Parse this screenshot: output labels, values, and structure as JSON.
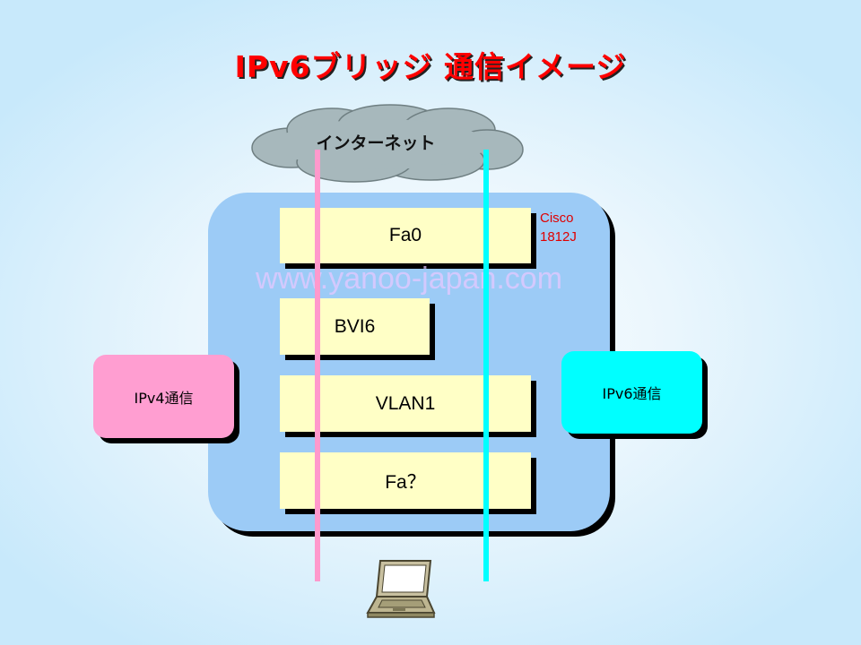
{
  "title": "IPv6ブリッジ 通信イメージ",
  "cloud": {
    "label": "インターネット"
  },
  "router": {
    "model_line1": "Cisco",
    "model_line2": "1812J",
    "interfaces": [
      "Fa0",
      "BVI6",
      "VLAN1",
      "Fa？"
    ]
  },
  "watermark": "www.yanoo-japan.com",
  "left_box": {
    "label": "IPv4通信"
  },
  "right_box": {
    "label": "IPv6通信"
  },
  "colors": {
    "title": "#ff0000",
    "router": "#9ccbf6",
    "interface": "#ffffc6",
    "ipv4": "#ff9ed1",
    "ipv6": "#00ffff",
    "cloud": "#a7b8bc"
  },
  "icons": {
    "pc": "laptop-icon",
    "network": "cloud-icon"
  }
}
